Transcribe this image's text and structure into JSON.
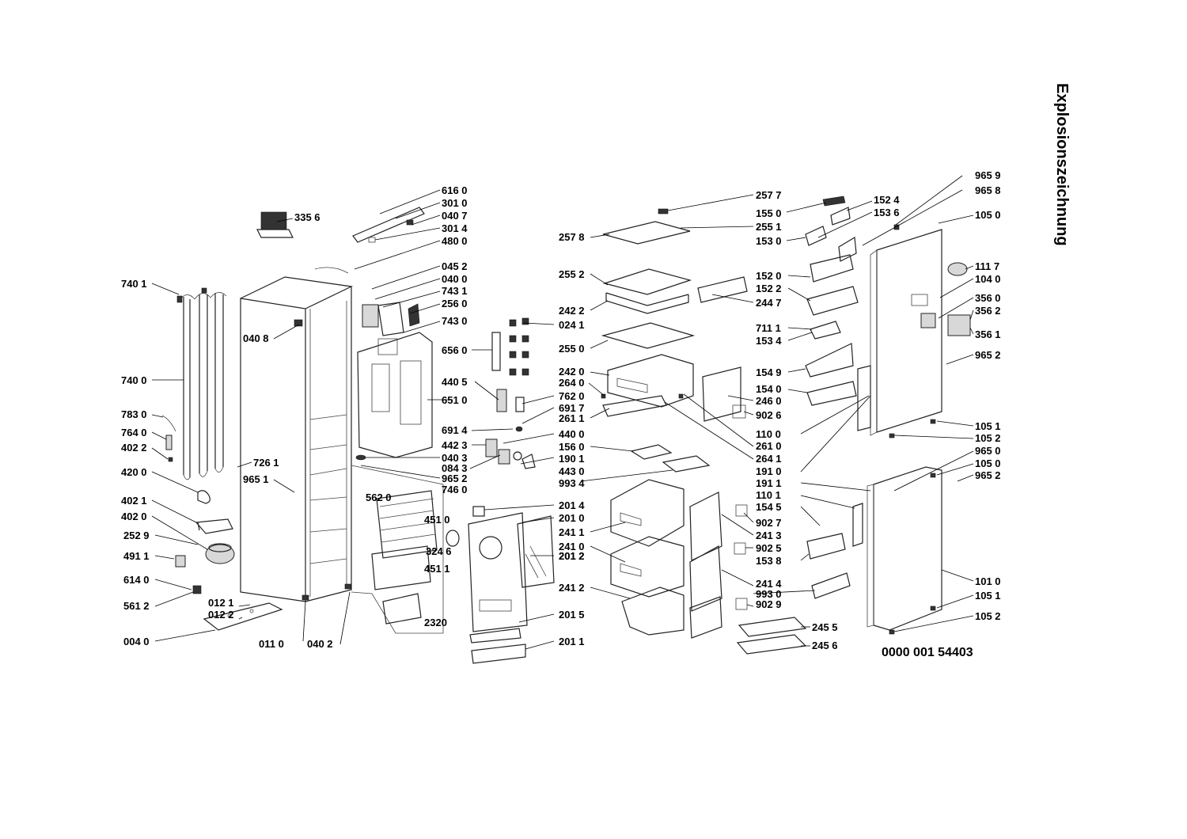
{
  "title": "Explosionszeichnung",
  "document_number": "0000 001 54403",
  "part_labels": [
    "616 0",
    "301 0",
    "040 7",
    "301 4",
    "480 0",
    "335 6",
    "045 2",
    "040 0",
    "743 1",
    "256 0",
    "743 0",
    "740 1",
    "040 8",
    "656 0",
    "024 1",
    "740 0",
    "440 5",
    "651 0",
    "762 0",
    "691 7",
    "783 0",
    "764 0",
    "402 2",
    "691 4",
    "442 3",
    "440 0",
    "726 1",
    "040 3",
    "084 3",
    "965 2",
    "965 1",
    "746 0",
    "420 0",
    "402 1",
    "402 0",
    "252 9",
    "491 1",
    "614 0",
    "561 2",
    "012 1",
    "012 2",
    "004 0",
    "011 0",
    "040 2",
    "562 0",
    "451 0",
    "324 6",
    "451 1",
    "2320",
    "201 4",
    "201 0",
    "201 2",
    "201 5",
    "201 1",
    "156 0",
    "190 1",
    "443 0",
    "993 4",
    "257 7",
    "255 1",
    "257 8",
    "255 2",
    "244 7",
    "242 2",
    "255 0",
    "242 0",
    "264 0",
    "261 1",
    "246 0",
    "902 6",
    "261 0",
    "264 1",
    "241 1",
    "241 3",
    "902 7",
    "241 0",
    "902 5",
    "201 2",
    "241 2",
    "241 4",
    "993 0",
    "902 9",
    "245 5",
    "245 6",
    "155 0",
    "152 4",
    "153 6",
    "153 0",
    "965 9",
    "965 8",
    "105 0",
    "152 0",
    "152 2",
    "111 7",
    "104 0",
    "356 0",
    "356 2",
    "711 1",
    "153 4",
    "356 1",
    "965 2",
    "154 9",
    "154 0",
    "110 0",
    "105 1",
    "105 2",
    "191 0",
    "965 0",
    "105 0",
    "191 1",
    "965 2",
    "110 1",
    "154 5",
    "153 8",
    "101 0",
    "105 1",
    "105 2"
  ]
}
